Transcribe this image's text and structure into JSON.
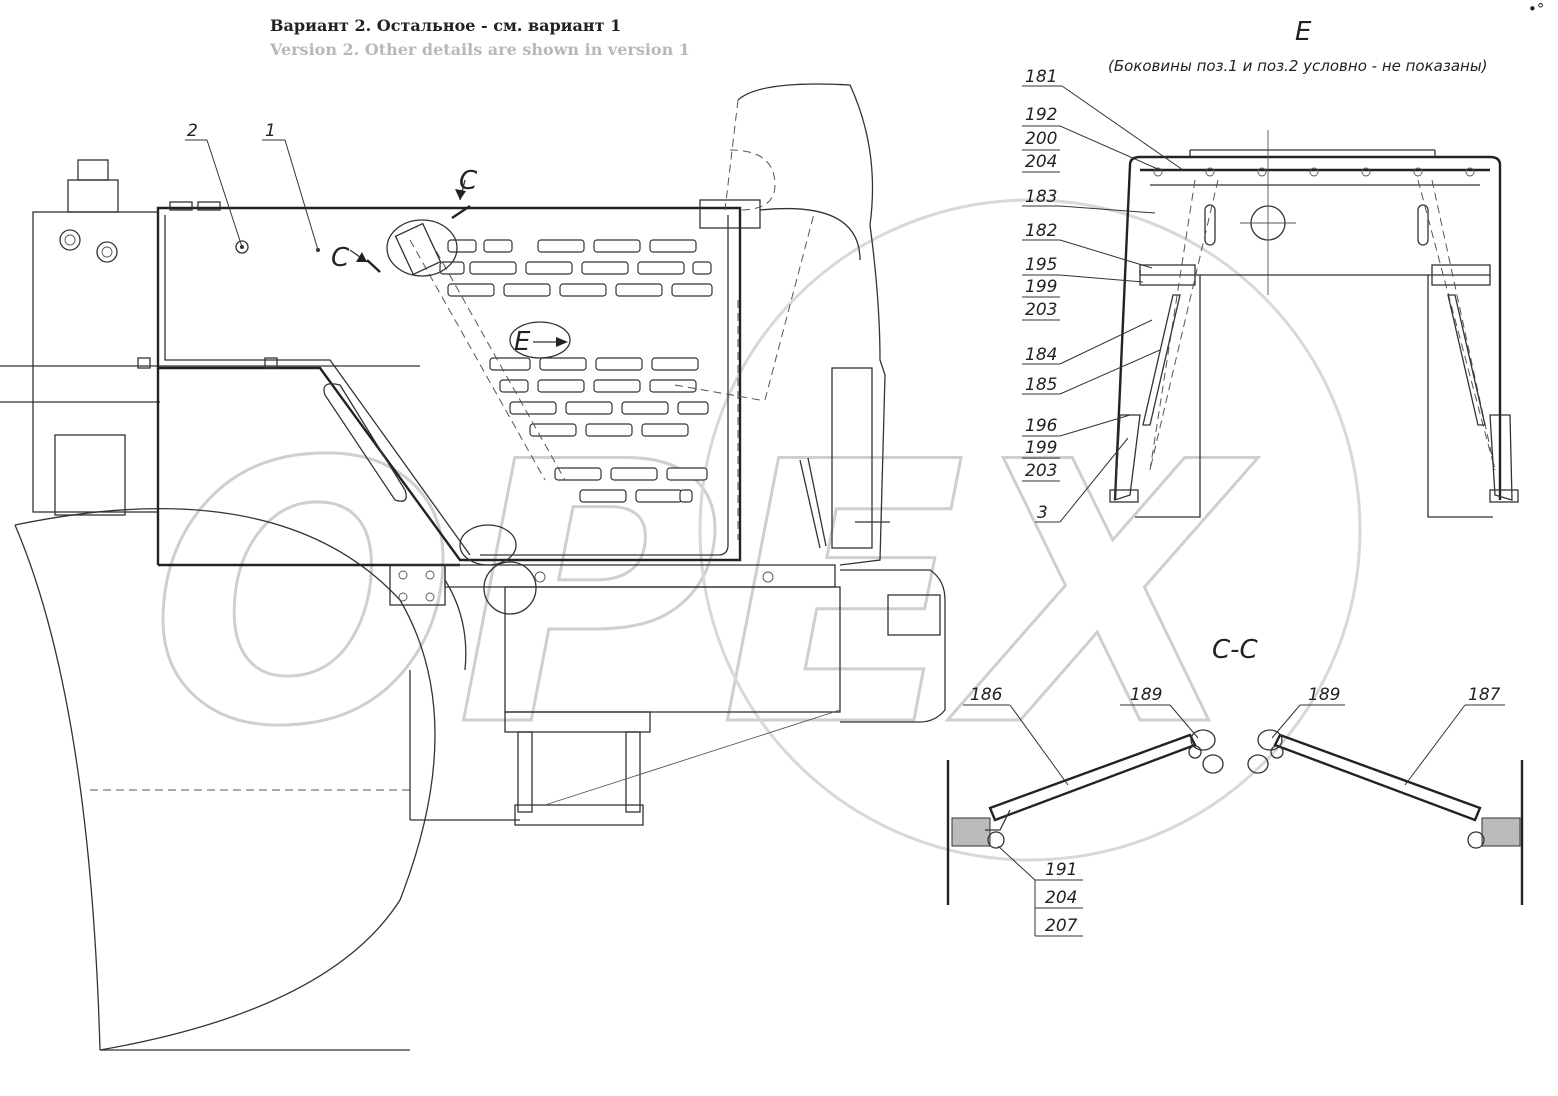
{
  "header": {
    "title_ru": "Вариант 2. Остальное - см. вариант 1",
    "title_en": "Version 2. Other details are shown in version 1"
  },
  "watermark": "ОРЕХ",
  "main_view": {
    "callouts": [
      "2",
      "1"
    ],
    "section_marker": "C",
    "view_marker": "E"
  },
  "view_e": {
    "title": "E",
    "note": "(Боковины поз.1 и поз.2 условно - не показаны)",
    "callouts": {
      "p181": "181",
      "p192": "192",
      "p200": "200",
      "p204a": "204",
      "p183": "183",
      "p182": "182",
      "p195": "195",
      "p199a": "199",
      "p203a": "203",
      "p184": "184",
      "p185": "185",
      "p196": "196",
      "p199b": "199",
      "p203b": "203",
      "p3": "3"
    }
  },
  "section_cc": {
    "title": "C-C",
    "callouts": {
      "p186": "186",
      "p189a": "189",
      "p189b": "189",
      "p187": "187",
      "p191": "191",
      "p204": "204",
      "p207": "207"
    }
  },
  "corner_mark": "•°"
}
